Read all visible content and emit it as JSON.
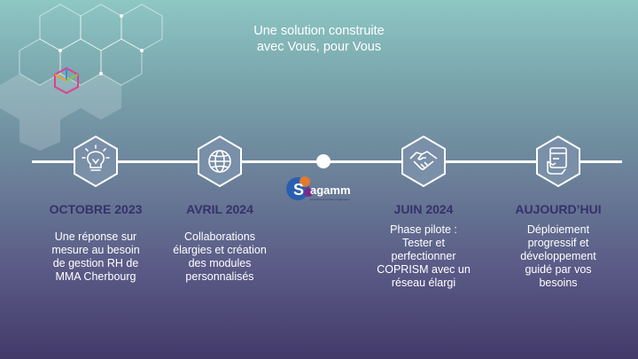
{
  "slide": {
    "title_line1": "Une solution construite",
    "title_line2": "avec Vous, pour Vous",
    "milestones": [
      {
        "date": "OCTOBRE 2023",
        "icon": "lightbulb-icon",
        "text": "Une réponse sur\nmesure au besoin\nde gestion RH de\nMMA Cherbourg"
      },
      {
        "date": "AVRIL 2024",
        "icon": "globe-icon",
        "text": "Collaborations\nélargies et création\ndes modules\npersonnalisés"
      },
      {
        "date": "JUIN 2024",
        "icon": "handshake-icon",
        "text": "Phase pilote :\nTester et\nperfectionner\nCOPRISM avec un\nréseau élargi"
      },
      {
        "date": "AUJOURD’HUI",
        "icon": "hand-card-icon",
        "text": "Déploiement\nprogressif et\ndéveloppement\nguidé par vos\nbesoins"
      }
    ],
    "logo": {
      "text": "agamm",
      "letter": "S",
      "tagline": "entreprise & conseil en ingénierie"
    }
  },
  "colors": {
    "date_text": "#35316a",
    "white": "#ffffff",
    "bg_top": "#8ec7c4",
    "bg_bottom": "#433a6a"
  }
}
